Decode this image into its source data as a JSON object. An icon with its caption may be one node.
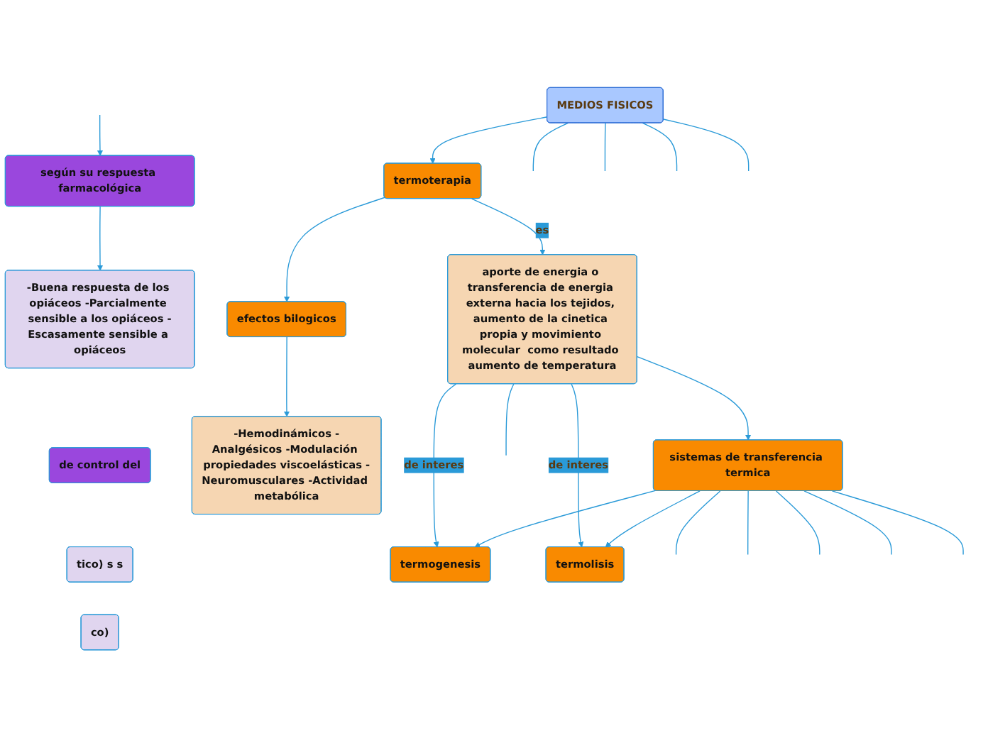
{
  "diagram": {
    "nodes": [
      {
        "text": [
          "MEDIOS FISICOS"
        ]
      },
      {
        "text": [
          "de control del"
        ]
      },
      {
        "text": [
          "termoterapia"
        ]
      },
      {
        "text": [
          "efectos bilogicos"
        ]
      },
      {
        "text": [
          "según su respuesta farmacológica"
        ]
      },
      {
        "text": [
          "aporte de energia o transferencia de energia externa hacia los tejidos, aumento de la cinetica propia y movimiento molecular  como resultado aumento de temperatura"
        ]
      },
      {
        "text": [
          "-Hemodinámicos -Analgésicos -Modulación propiedades viscoelásticas -Neuromusculares -Actividad metabólica"
        ]
      },
      {
        "text": [
          "tico) s s"
        ]
      },
      {
        "text": [
          "-Buena respuesta de los opiáceos -Parcialmente sensible a los opiáceos -Escasamente sensible a opiáceos"
        ]
      },
      {
        "text": [
          "termogenesis"
        ]
      },
      {
        "text": [
          "sistemas de transferencia termica"
        ]
      },
      {
        "text": [
          "termolisis"
        ]
      },
      {
        "text": [
          "co)"
        ]
      }
    ],
    "edges": [
      {
        "from": 0,
        "to": null,
        "arrow": "none"
      },
      {
        "from": 0,
        "to": null,
        "arrow": "none"
      },
      {
        "from": 0,
        "to": null,
        "arrow": "none"
      },
      {
        "from": 0,
        "to": null,
        "arrow": "none"
      },
      {
        "from": 0,
        "to": 2,
        "arrow": "to"
      },
      {
        "from": null,
        "to": 4,
        "arrow": "to"
      },
      {
        "from": 2,
        "to": 3,
        "arrow": "to"
      },
      {
        "from": 2,
        "to": 5,
        "label": "es",
        "arrow": "to"
      },
      {
        "from": 3,
        "to": 6,
        "arrow": "to"
      },
      {
        "from": 4,
        "to": 8,
        "arrow": "to"
      },
      {
        "from": 5,
        "to": 9,
        "label": "de interes",
        "arrow": "to"
      },
      {
        "from": 5,
        "to": 10,
        "arrow": "to"
      },
      {
        "from": 5,
        "to": 11,
        "label": "de interes",
        "arrow": "to"
      },
      {
        "from": 5,
        "to": null,
        "arrow": "none"
      },
      {
        "from": 10,
        "to": 9,
        "arrow": "to"
      },
      {
        "from": 10,
        "to": 11,
        "arrow": "to"
      },
      {
        "from": 10,
        "to": null,
        "arrow": "none"
      },
      {
        "from": 10,
        "to": null,
        "arrow": "none"
      },
      {
        "from": 10,
        "to": null,
        "arrow": "none"
      },
      {
        "from": 10,
        "to": null,
        "arrow": "none"
      },
      {
        "from": 10,
        "to": null,
        "arrow": "none"
      }
    ]
  }
}
